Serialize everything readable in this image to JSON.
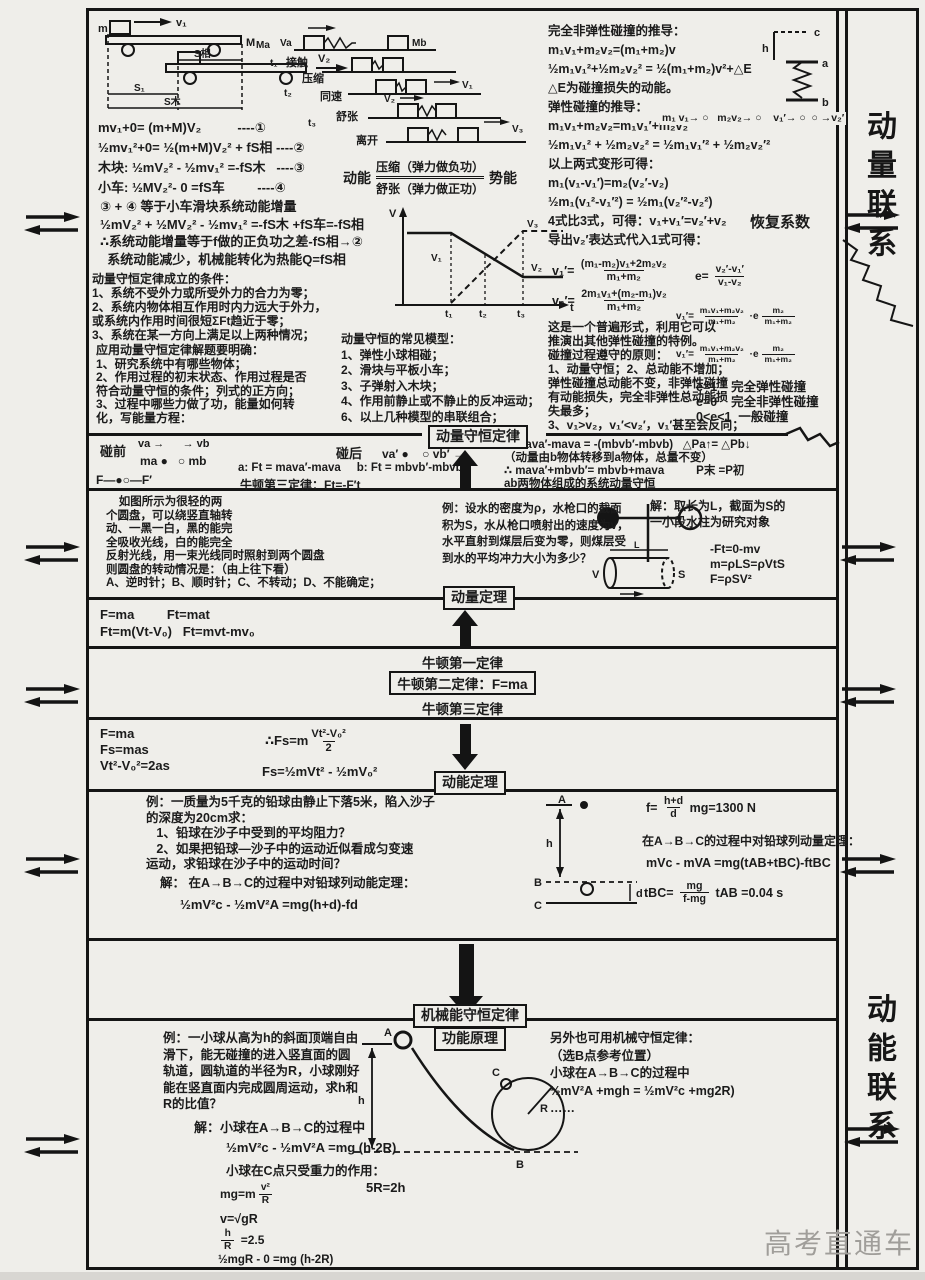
{
  "page": {
    "side_top": "动量联系",
    "side_bottom": "动能联系",
    "watermark": "高考直通车"
  },
  "labels": {
    "momentum_law": "动量守恒定律",
    "momentum_theorem": "动量定理",
    "kinetic_theorem": "动能定理",
    "mech_energy": "机械能守恒定律",
    "work_energy": "功能原理",
    "restitution": "恢复系数"
  },
  "cart": {
    "diag": {
      "m": "m",
      "v1": "v₁",
      "M": "M",
      "v2": "V₂",
      "s_rel": "S相",
      "s1": "S₁",
      "s_wood": "S木"
    },
    "eqs": [
      "mv₁+0= (m+M)V₂          ----①",
      "½mv₁²+0= ½(m+M)V₂² + fS相 ----②",
      "木块: ½mV₂² - ½mv₁² =-fS木   ----③",
      "小车: ½MV₂²- 0 =fS车         ----④"
    ],
    "summary": [
      "③ + ④ 等于小车滑块系统动能增量",
      "½mV₂² + ½MV₂² - ½mv₁² =-fS木 +fS车=-fS相",
      "∴系统动能增量等于f做的正负功之差-fS相→②",
      "  系统动能减少，机械能转化为热能Q=fS相"
    ],
    "conditions": [
      "动量守恒定律成立的条件：",
      "1、系统不受外力或所受外力的合力为零；",
      "2、系统内物体相互作用时内力远大于外力，",
      "或系统内作用时间很短ΣFt趋近于零；",
      "3、系统在某一方向上满足以上两种情况；"
    ],
    "apply": [
      "应用动量守恒定律解题要明确：",
      "1、研究系统中有哪些物体；",
      "2、作用过程的初末状态、作用过程是否",
      "符合动量守恒的条件；列式的正方向；",
      "3、过程中哪些力做了功，能量如何转",
      "化，写能量方程："
    ]
  },
  "spring": {
    "ma": "Ma",
    "va": "Va",
    "mb": "Mb",
    "t1": "t₁",
    "t2": "t₂",
    "t3": "t₃",
    "stage1": "接触",
    "stage2": "压缩",
    "stage3": "同速",
    "stage4": "舒张",
    "stage5": "离开",
    "v1": "V₁",
    "v2": "V₂",
    "v3": "V₃"
  },
  "energy": {
    "left": "动能",
    "top": "压缩（弹力做负功）",
    "bottom": "舒张（弹力做正功）",
    "right": "势能"
  },
  "graph": {
    "v": "V",
    "t": "t",
    "v1": "V₁",
    "v2": "V₂",
    "v3": "V₃",
    "t1": "t₁",
    "t2": "t₂",
    "t3": "t₃"
  },
  "models": [
    "动量守恒的常见模型：",
    "1、弹性小球相碰；",
    "2、滑块与平板小车；",
    "3、子弹射入木块；",
    "4、作用前静止或不静止的反冲运动；",
    "6、以上几种模型的串联组合；"
  ],
  "collision": {
    "derivation": [
      "完全非弹性碰撞的推导：",
      "m₁v₁+m₂v₂=(m₁+m₂)v",
      "½m₁v₁²+½m₂v₂² = ½(m₁+m₂)v²+△E",
      "△E为碰撞损失的动能。",
      "弹性碰撞的推导：",
      "m₁v₁+m₂v₂=m₁v₁′+m₂v₂′",
      "½m₁v₁² + ½m₂v₂² = ½m₁v₁′² + ½m₂v₂′²",
      "以上两式变形可得：",
      "m₁(v₁-v₁′)=m₂(v₂′-v₂)",
      "½m₁(v₁²-v₁′²) = ½m₁(v₂′²-v₂²)",
      "4式比3式，可得：v₁+v₁′=v₂′+v₂",
      "导出v₂′表达式代入1式可得："
    ],
    "balls_row": "m₁ v₁→ ○   m₂v₂→ ○    v₁′→ ○  ○ →v₂′",
    "v1_result": {
      "pre": "v₁′= ",
      "num": "(m₁-m₂)v₁+2m₂v₂",
      "den": "m₁+m₂"
    },
    "v2_result": {
      "pre": "v₂′= ",
      "num": "2m₁v₁+(m₂-m₁)v₂",
      "den": "m₁+m₂"
    },
    "notes": [
      "这是一个普遍形式，利用它可以",
      "推演出其他弹性碰撞的特例。",
      "碰撞过程遵守的原则：",
      "1、动量守恒；2、总动能不增加；",
      "弹性碰撞总动能不变，非弹性碰撞",
      "有动能损失，完全非弹性总动能损",
      "失最多；",
      "3、v₁>v₂，v₁′<v₂′，v₁′甚至会反向；"
    ],
    "spring_diag": {
      "a": "a",
      "b": "b",
      "c": "c",
      "h": "h"
    }
  },
  "restitution": {
    "e": {
      "pre": "e= ",
      "num": "v₂′-v₁′",
      "den": "v₁-v₂"
    },
    "v1p": {
      "pre": "v₁′= ",
      "num1": "m₁v₁+m₂v₂",
      "den1": "m₁+m₂",
      "mid": " ·e",
      "num2": "m₂",
      "den2": "m₁+m₂"
    },
    "v2p": {
      "pre": "v₁′= ",
      "num1": "m₁v₁+m₂v₂",
      "den1": "m₁+m₂",
      "mid": " ·e",
      "num2": "m₂",
      "den2": "m₁+m₂"
    },
    "cases": [
      "e=1    完全弹性碰撞",
      "e=0    完全非弹性碰撞",
      "0<e<1  一般碰撞"
    ]
  },
  "impact": {
    "before_label": "碰前",
    "after_label": "碰后",
    "row_before_top": "va →      → vb",
    "row_before_bot": "ma ●   ○ mb",
    "row_after": "va′ ●    ○ vb′ →",
    "eq_ab": "a: Ft = mava′-mava     b: Ft = mbvb′-mbvb",
    "fline": "F—●○—F′",
    "newton3": "牛顿第三定律：Ft=-F′t",
    "concl": [
      "∴ mava′-mava = -(mbvb′-mbvb)   △Pa↑= △Pb↓",
      "（动量由b物体转移到a物体，总量不变）",
      "∴ mava′+mbvb′= mbvb+mava          P末 =P初",
      "ab两物体组成的系统动量守恒"
    ]
  },
  "disk": {
    "lines": [
      "    如图所示为很轻的两",
      "个圆盘，可以绕竖直轴转",
      "动、一黑一白，黑的能完",
      "全吸收光线，白的能完全",
      "反射光线，用一束光线同时照射到两个圆盘",
      "则圆盘的转动情况是：（由上往下看）",
      "A、逆时针；B、顺时针；C、不转动；D、不能确定；"
    ]
  },
  "water": {
    "problem": [
      "例：设水的密度为ρ，水枪口的截面",
      "积为S，水从枪口喷射出的速度为v，",
      "水平直射到煤层后变为零，则煤层受",
      "到水的平均冲力大小为多少？"
    ],
    "solution": [
      "解：取长为L，截面为S的",
      "一小段水柱为研究对象"
    ],
    "formulas": [
      "-Ft=0-mv",
      "m=ρLS=ρVtS",
      "F=ρSV²"
    ],
    "diag": {
      "v": "V",
      "l": "L",
      "s": "S"
    }
  },
  "newton": {
    "formulas": [
      "F=ma         Ft=mat",
      "Ft=m(Vt-V₀)   Ft=mvt-mv₀"
    ],
    "first": "牛顿第一定律",
    "second": "牛顿第二定律：F=ma",
    "third": "牛顿第三定律"
  },
  "kinetic": {
    "left": [
      "F=ma",
      "Fs=mas",
      "Vt²-V₀²=2as"
    ],
    "mid": {
      "pre": "∴Fs=m",
      "num": "Vt²-V₀²",
      "den": "2"
    },
    "eq2": "Fs=½mVt² - ½mV₀²"
  },
  "ball": {
    "problem": [
      "例：一质量为5千克的铅球由静止下落5米，陷入沙子",
      "的深度为20cm求：",
      "   1、铅球在沙子中受到的平均阻力？",
      "   2、如果把铅球—沙子中的运动近似看成匀变速",
      "运动，求铅球在沙子中的运动时间？"
    ],
    "sol_title": "解： 在A→B→C的过程中对铅球列动能定理：",
    "sol_eq": "½mV²c - ½mV²A =mg(h+d)-fd",
    "f": {
      "pre": "f= ",
      "num": "h+d",
      "den": "d",
      "post": " mg=1300 N"
    },
    "impulse_title": "在A→B→C的过程中对铅球列动量定理：",
    "impulse_eq": "mVc - mVA =mg(tAB+tBC)-ftBC",
    "t": {
      "pre": "tBC= ",
      "num": "mg",
      "den": "f-mg",
      "post": " tAB =0.04 s"
    },
    "diag": {
      "a": "A",
      "b": "B",
      "c": "C",
      "h": "h",
      "d": "d"
    }
  },
  "loop": {
    "problem": [
      "例：一小球从高为h的斜面顶端自由",
      "滑下，能无碰撞的进入竖直面的圆",
      "轨道，圆轨道的半径为R，小球刚好",
      "能在竖直面内完成圆周运动，求h和",
      "R的比值？"
    ],
    "sol_title": "解：小球在A→B→C的过程中",
    "sol_eq": "½mV²c - ½mV²A =mg (h-2R)",
    "gravity": "小球在C点只受重力的作用：",
    "f1": {
      "pre": "mg=m",
      "num": "v²",
      "den": "R"
    },
    "f2": "v=√gR",
    "f3": {
      "pre": "",
      "num": "h",
      "den": "R",
      "post": " =2.5"
    },
    "f4": "½mgR - 0 =mg (h-2R)",
    "mid": "5R=2h",
    "alt": [
      "另外也可用机械守恒定律：",
      "（选B点参考位置）",
      "小球在A→B→C的过程中",
      "½mV²A +mgh = ½mV²c +mg2R)",
      "……"
    ],
    "diag": {
      "a": "A",
      "b": "B",
      "c": "C",
      "h": "h",
      "r": "R"
    }
  }
}
